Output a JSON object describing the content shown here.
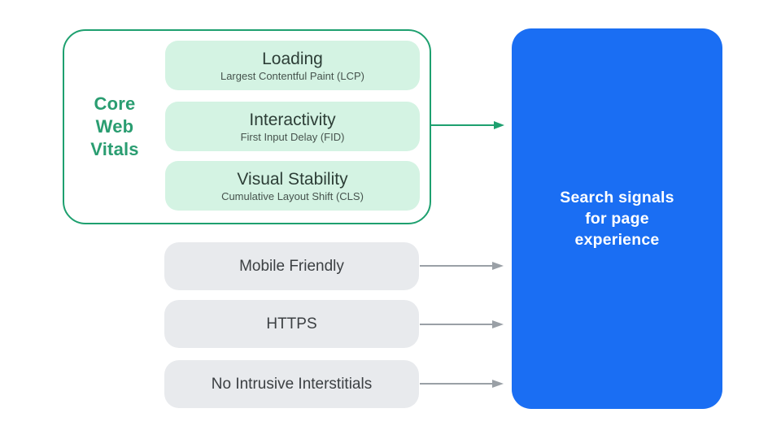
{
  "diagram": {
    "core_web_vitals": {
      "label_lines": [
        "Core",
        "Web",
        "Vitals"
      ],
      "items": [
        {
          "title": "Loading",
          "subtitle": "Largest Contentful Paint (LCP)"
        },
        {
          "title": "Interactivity",
          "subtitle": "First Input Delay (FID)"
        },
        {
          "title": "Visual Stability",
          "subtitle": "Cumulative Layout Shift (CLS)"
        }
      ]
    },
    "other_signals": [
      {
        "label": "Mobile Friendly"
      },
      {
        "label": "HTTPS"
      },
      {
        "label": "No Intrusive Interstitials"
      }
    ],
    "result": {
      "lines": [
        "Search signals",
        "for page",
        "experience"
      ]
    },
    "colors": {
      "green_accent": "#1ea06f",
      "green_label_text": "#2a9d71",
      "mint_fill": "#d4f3e3",
      "vital_title_text": "#2d3e37",
      "vital_subtitle_text": "#46534d",
      "gray_fill": "#e8eaed",
      "signal_text": "#3c4043",
      "gray_arrow": "#9aa0a6",
      "blue_fill": "#1a6ef3",
      "result_text": "#ffffff",
      "background": "#ffffff"
    }
  }
}
